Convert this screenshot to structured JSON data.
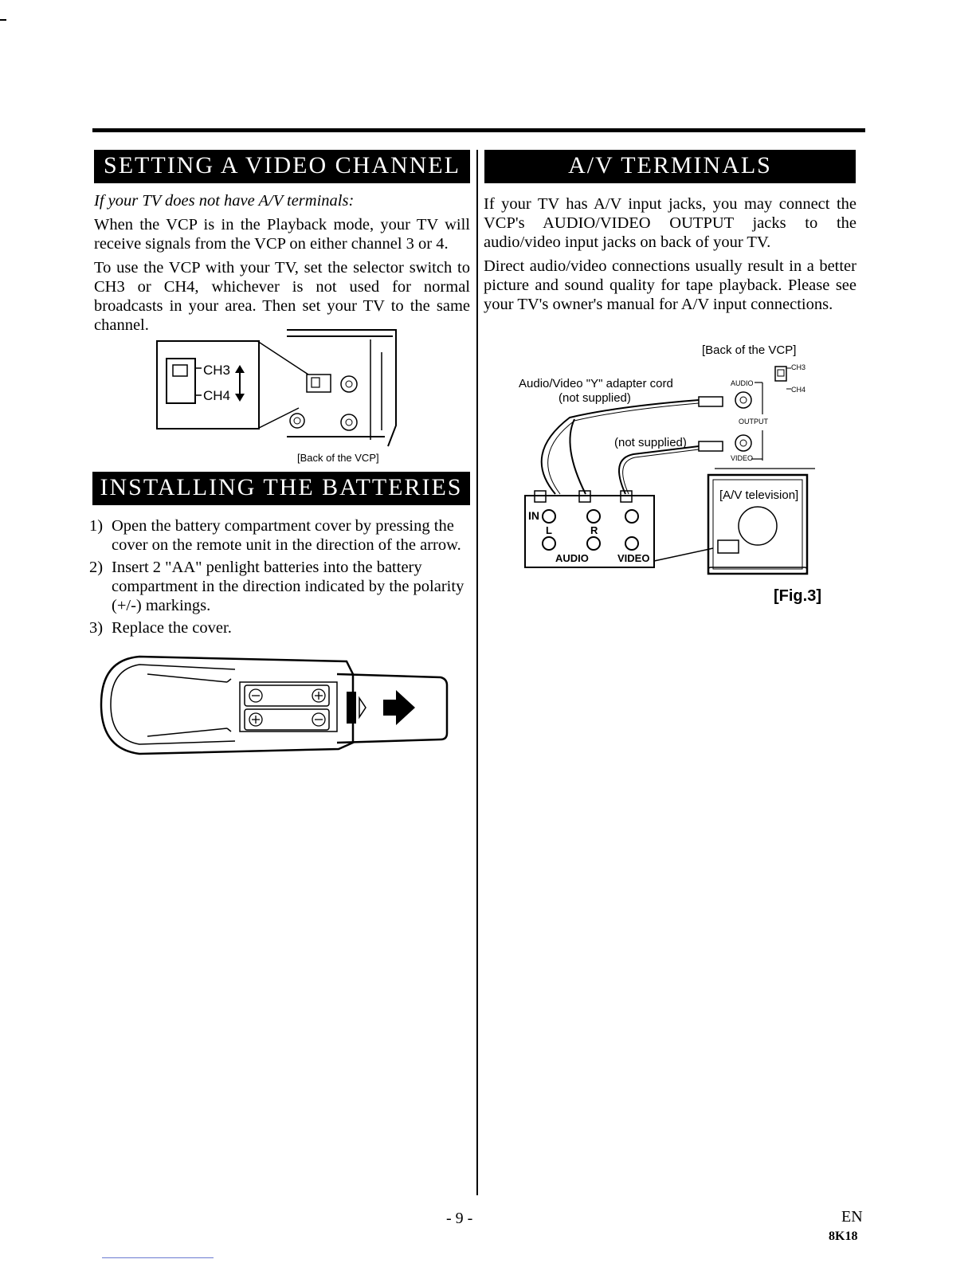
{
  "left": {
    "setting": {
      "title": "SETTING A VIDEO CHANNEL",
      "subtitle": "If your TV does not have A/V terminals:",
      "para1": "When the VCP is in the Playback mode, your TV will receive signals from the VCP on either channel 3 or 4.",
      "para2": "To use the VCP with your TV, set the selector switch to CH3 or CH4, whichever is not used for normal broadcasts in your area. Then set your TV to the same channel.",
      "figure": {
        "ch3": "CH3",
        "ch4": "CH4",
        "caption": "[Back of the VCP]"
      }
    },
    "batteries": {
      "title": "INSTALLING THE BATTERIES",
      "steps": [
        {
          "num": "1)",
          "text": "Open the battery compartment cover by pressing the cover on the remote unit in the direction of the arrow."
        },
        {
          "num": "2)",
          "text": "Insert 2 \"AA\" penlight batteries into the battery compartment in the direction indicated by the polarity (+/-) markings."
        },
        {
          "num": "3)",
          "text": "Replace the cover."
        }
      ]
    }
  },
  "right": {
    "av": {
      "title": "A/V TERMINALS",
      "para1": "If your TV has A/V input jacks, you may connect the VCP's AUDIO/VIDEO OUTPUT jacks to the audio/video input jacks on back of your TV.",
      "para2": "Direct audio/video connections usually result in a better picture and sound quality for tape playback. Please see your TV's owner's manual for A/V input connections.",
      "figure": {
        "back_label": "[Back of the VCP]",
        "cord_label": "Audio/Video \"Y\" adapter cord",
        "not_supplied_1": "(not supplied)",
        "not_supplied_2": "(not supplied)",
        "audio": "AUDIO",
        "output": "OUTPUT",
        "video": "VIDEO",
        "ch3": "CH3",
        "ch4": "CH4",
        "in": "IN",
        "l": "L",
        "r": "R",
        "audio_in": "AUDIO",
        "video_in": "VIDEO",
        "tv_label": "[A/V television]",
        "fig": "[Fig.3]"
      }
    }
  },
  "footer": {
    "page": "- 9 -",
    "lang": "EN",
    "code": "8K18"
  }
}
